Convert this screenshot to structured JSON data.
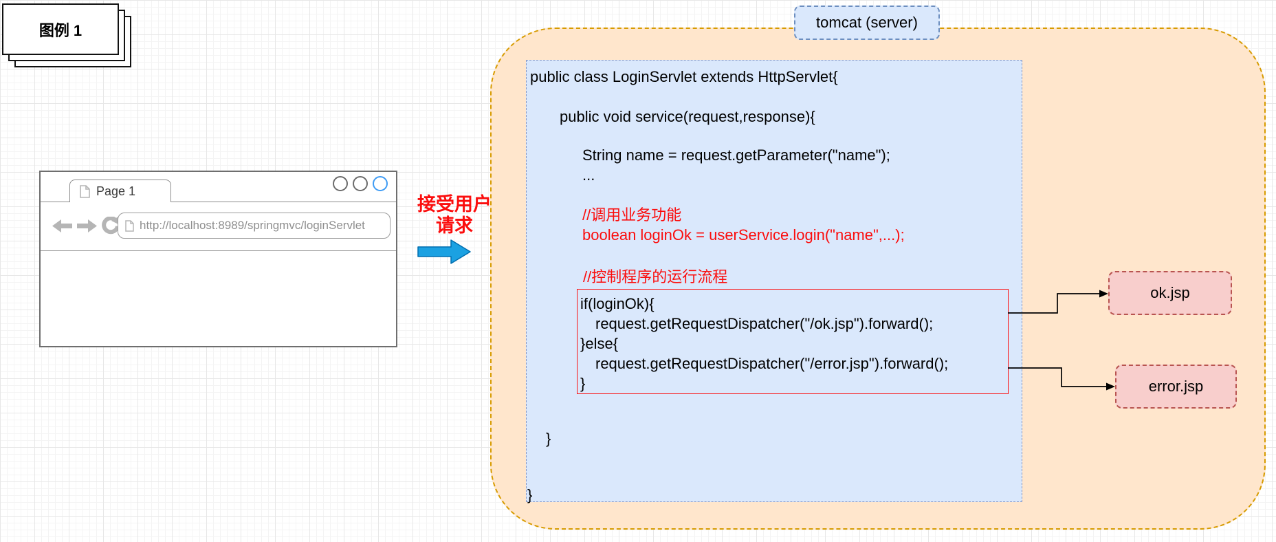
{
  "legend": {
    "title": "图例 1"
  },
  "browser": {
    "tab_label": "Page 1",
    "url": "http://localhost:8989/springmvc/loginServlet"
  },
  "flow": {
    "request_label": "接受用户\n请求"
  },
  "server": {
    "title": "tomcat (server)"
  },
  "code": {
    "lines": [
      {
        "text": "public class LoginServlet extends HttpServlet{"
      },
      {
        "text": "public void service(request,response){"
      },
      {
        "text": "String name = request.getParameter(\"name\");"
      },
      {
        "text": "..."
      },
      {
        "text": "//调用业务功能"
      },
      {
        "text": "boolean loginOk = userService.login(\"name\",...);"
      },
      {
        "text": "//控制程序的运行流程"
      },
      {
        "text": "if(loginOk){"
      },
      {
        "text": "request.getRequestDispatcher(\"/ok.jsp\").forward();"
      },
      {
        "text": "}else{"
      },
      {
        "text": "request.getRequestDispatcher(\"/error.jsp\").forward();"
      },
      {
        "text": "}"
      },
      {
        "text": "}"
      },
      {
        "text": "}"
      }
    ]
  },
  "pages": {
    "ok": "ok.jsp",
    "error": "error.jsp"
  },
  "colors": {
    "container_fill": "#ffe6cc",
    "container_stroke": "#d79b00",
    "code_fill": "#dae8fc",
    "code_stroke": "#6c8ebf",
    "jsp_fill": "#f8cecc",
    "jsp_stroke": "#b85450",
    "comment_red": "#fb0d0d",
    "flow_arrow_fill": "#1ba1e2",
    "flow_arrow_stroke": "#006eaf",
    "window_circle_blue": "#3e9bf4"
  }
}
